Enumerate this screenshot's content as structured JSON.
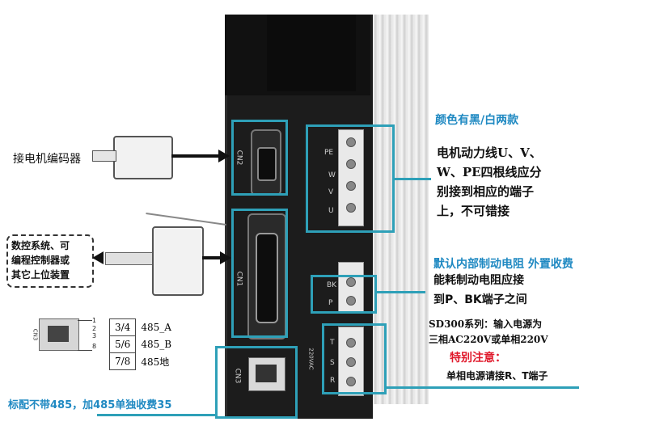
{
  "device": {
    "cn2_label": "CN2",
    "cn1_label": "CN1",
    "cn3_label": "CN3",
    "motor_terminals": [
      "PE",
      "W",
      "V",
      "U"
    ],
    "brake_terminals": [
      "BK",
      "P"
    ],
    "power_terminals": [
      "T",
      "S",
      "R"
    ],
    "voltage_mark": "220VAC"
  },
  "callouts": {
    "encoder": "接电机编码器",
    "cnc_line1": "数控系统、可",
    "cnc_line2": "编程控制器或",
    "cnc_line3": "其它上位装置",
    "color": "颜色有黑/白两款",
    "motor_line1": "电机动力线U、V、",
    "motor_line2": "W、PE四根线应分",
    "motor_line3": "别接到相应的端子",
    "motor_line4": "上，不可错接",
    "resistor_title": "默认内部制动电阻 外置收费",
    "resistor_line1": "能耗制动电阻应接",
    "resistor_line2": "到P、BK端子之间",
    "sd_line1": "SD300系列：输入电源为",
    "sd_line2": "三相AC220V或单相220V",
    "attention": "特别注意：",
    "single_phase": "单相电源请接R、T端子",
    "rs485_note": "标配不带485，加485单独收费35"
  },
  "rj45": {
    "icon_label": "CN3",
    "pin_numbers": [
      "1",
      "2",
      "3",
      "8"
    ],
    "rows": [
      {
        "pins": "3/4",
        "signal": "485_A"
      },
      {
        "pins": "5/6",
        "signal": "485_B"
      },
      {
        "pins": "7/8",
        "signal": "485地"
      }
    ]
  },
  "colors": {
    "accent": "#2ea0b8",
    "note_blue": "#1f89c2",
    "warning": "#e0192b"
  }
}
